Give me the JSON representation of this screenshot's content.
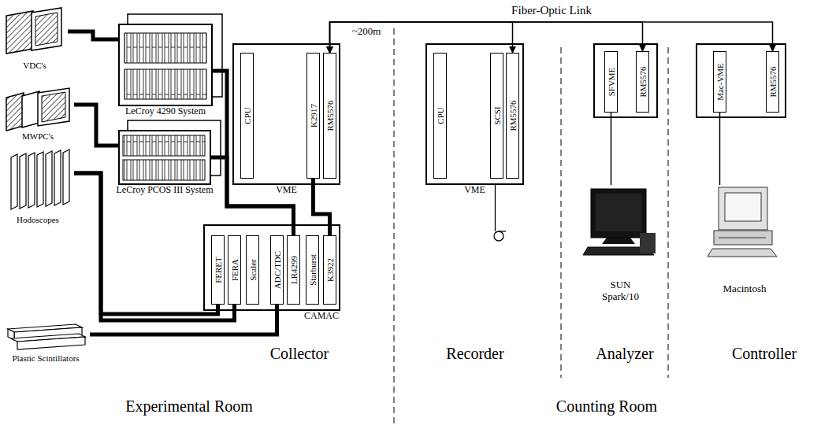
{
  "diagram": {
    "nodes": [
      {
        "text": [
          "VDC's"
        ]
      },
      {
        "text": [
          "LeCroy 4290 System"
        ]
      },
      {
        "text": [
          "MWPC's"
        ]
      },
      {
        "text": [
          "LeCroy PCOS III System"
        ]
      },
      {
        "text": [
          "Hodoscopes"
        ]
      },
      {
        "text": [
          "Plastic Scintillators"
        ]
      },
      {
        "text": [
          "VME"
        ]
      },
      {
        "text": [
          "CPU"
        ],
        "in": 6
      },
      {
        "text": [
          "K2917"
        ],
        "in": 6
      },
      {
        "text": [
          "RM5576"
        ],
        "in": 6
      },
      {
        "text": [
          "CAMAC"
        ]
      },
      {
        "text": [
          "FERET"
        ],
        "in": 10
      },
      {
        "text": [
          "FERA"
        ],
        "in": 10
      },
      {
        "text": [
          "Scaler"
        ],
        "in": 10
      },
      {
        "text": [
          "ADC/TDC"
        ],
        "in": 10
      },
      {
        "text": [
          "LR4299"
        ],
        "in": 10
      },
      {
        "text": [
          "Starburst"
        ],
        "in": 10
      },
      {
        "text": [
          "K3922"
        ],
        "in": 10
      },
      {
        "text": [
          "VME"
        ]
      },
      {
        "text": [
          "CPU"
        ],
        "in": 18
      },
      {
        "text": [
          "SCSI"
        ],
        "in": 18
      },
      {
        "text": [
          "RM5576"
        ],
        "in": 18
      },
      {
        "text": []
      },
      {
        "text": [
          "SFVME"
        ],
        "in": 22
      },
      {
        "text": [
          "RM5576"
        ],
        "in": 22
      },
      {
        "text": []
      },
      {
        "text": [
          "Mac-VME"
        ],
        "in": 25
      },
      {
        "text": [
          "RM5576"
        ],
        "in": 25
      },
      {
        "text": [
          "SUN Spark/10"
        ]
      },
      {
        "text": [
          "Macintosh"
        ]
      }
    ],
    "edges": [
      {
        "from": 0,
        "to": 1,
        "arrow": "none"
      },
      {
        "from": 2,
        "to": 3,
        "arrow": "none"
      },
      {
        "from": 1,
        "to": 15,
        "arrow": "none"
      },
      {
        "from": 3,
        "to": 15,
        "arrow": "none"
      },
      {
        "from": 8,
        "to": 17,
        "arrow": "none"
      },
      {
        "from": 4,
        "to": 11,
        "arrow": "none"
      },
      {
        "from": 4,
        "to": 12,
        "arrow": "none"
      },
      {
        "from": 5,
        "to": 14,
        "arrow": "none"
      },
      {
        "from": 9,
        "to": 21,
        "arrow": "both"
      },
      {
        "from": 9,
        "to": 24,
        "arrow": "both"
      },
      {
        "from": 9,
        "to": 27,
        "arrow": "both"
      },
      {
        "from": 23,
        "to": 28,
        "arrow": "none"
      },
      {
        "from": 26,
        "to": 29,
        "arrow": "none"
      }
    ],
    "labels": [
      "~200m",
      "Fiber-Optic Link",
      "Collector",
      "Experimental Room",
      "Recorder",
      "Analyzer",
      "Controller",
      "Counting Room"
    ]
  }
}
